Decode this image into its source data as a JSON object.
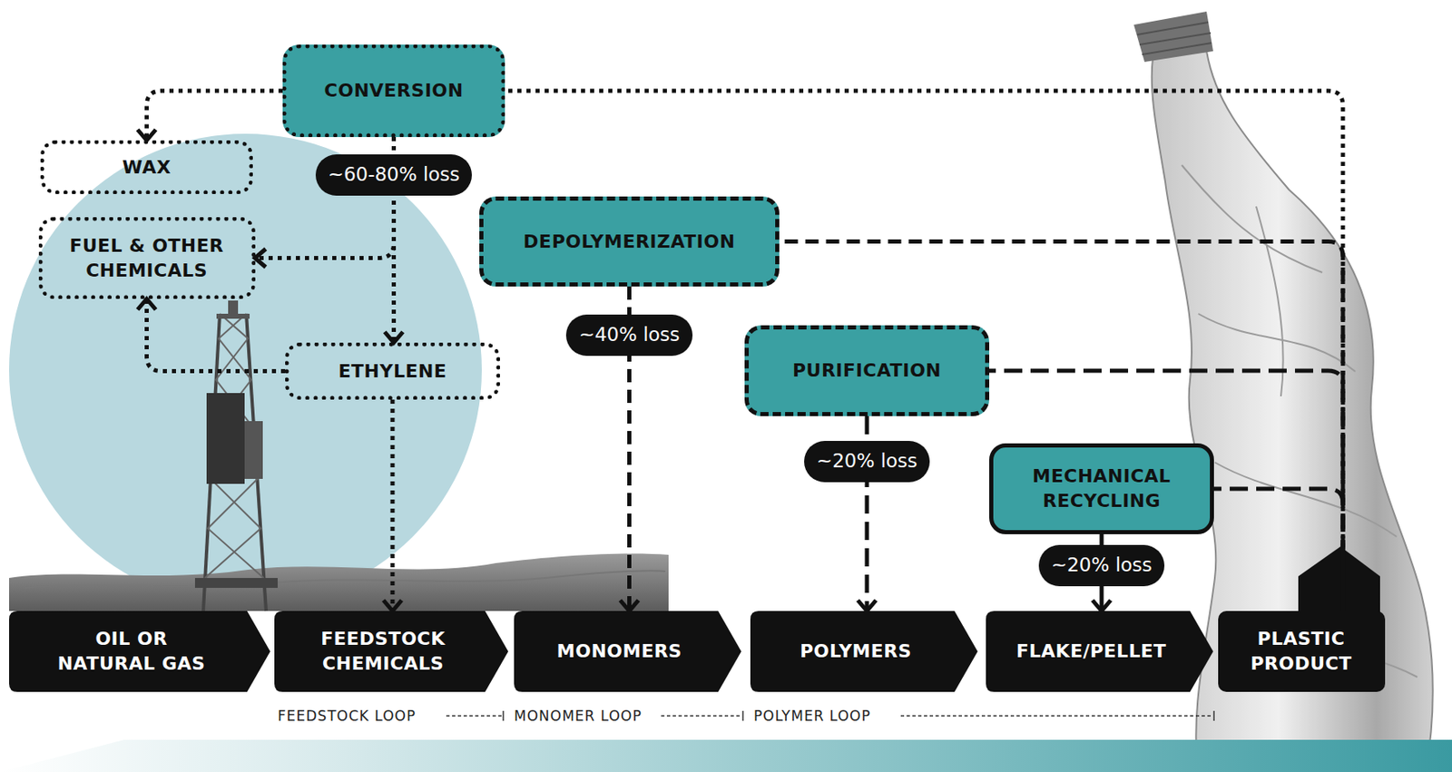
{
  "diagram": {
    "nodes": [
      {
        "text": [
          "CONVERSION"
        ]
      },
      {
        "text": [
          "WAX"
        ]
      },
      {
        "text": [
          "FUEL & OTHER CHEMICALS"
        ]
      },
      {
        "text": [
          "DEPOLYMERIZATION"
        ]
      },
      {
        "text": [
          "ETHYLENE"
        ]
      },
      {
        "text": [
          "PURIFICATION"
        ]
      },
      {
        "text": [
          "MECHANICAL RECYCLING"
        ]
      },
      {
        "text": [
          "OIL OR NATURAL GAS"
        ]
      },
      {
        "text": [
          "FEEDSTOCK CHEMICALS"
        ]
      },
      {
        "text": [
          "MONOMERS"
        ]
      },
      {
        "text": [
          "POLYMERS"
        ]
      },
      {
        "text": [
          "FLAKE/PELLET"
        ]
      },
      {
        "text": [
          "PLASTIC PRODUCT"
        ]
      }
    ],
    "edges": [
      {
        "from": 0,
        "to": 1,
        "arrow": "to"
      },
      {
        "from": 0,
        "to": 2,
        "arrow": "to"
      },
      {
        "from": 0,
        "to": 4,
        "arrow": "to",
        "label": "~60-80% loss"
      },
      {
        "from": 4,
        "to": 2,
        "arrow": "to"
      },
      {
        "from": 4,
        "to": 8,
        "arrow": "to"
      },
      {
        "from": 3,
        "to": 9,
        "arrow": "to",
        "label": "~40% loss"
      },
      {
        "from": 5,
        "to": 10,
        "arrow": "to",
        "label": "~20% loss"
      },
      {
        "from": 6,
        "to": 11,
        "arrow": "to",
        "label": "~20% loss"
      },
      {
        "from": 12,
        "to": 0,
        "arrow": "none"
      },
      {
        "from": 12,
        "to": 3,
        "arrow": "none"
      },
      {
        "from": 12,
        "to": 5,
        "arrow": "none"
      },
      {
        "from": 12,
        "to": 6,
        "arrow": "none"
      }
    ],
    "labels": [
      "FEEDSTOCK LOOP",
      "MONOMER LOOP",
      "POLYMER LOOP"
    ]
  }
}
